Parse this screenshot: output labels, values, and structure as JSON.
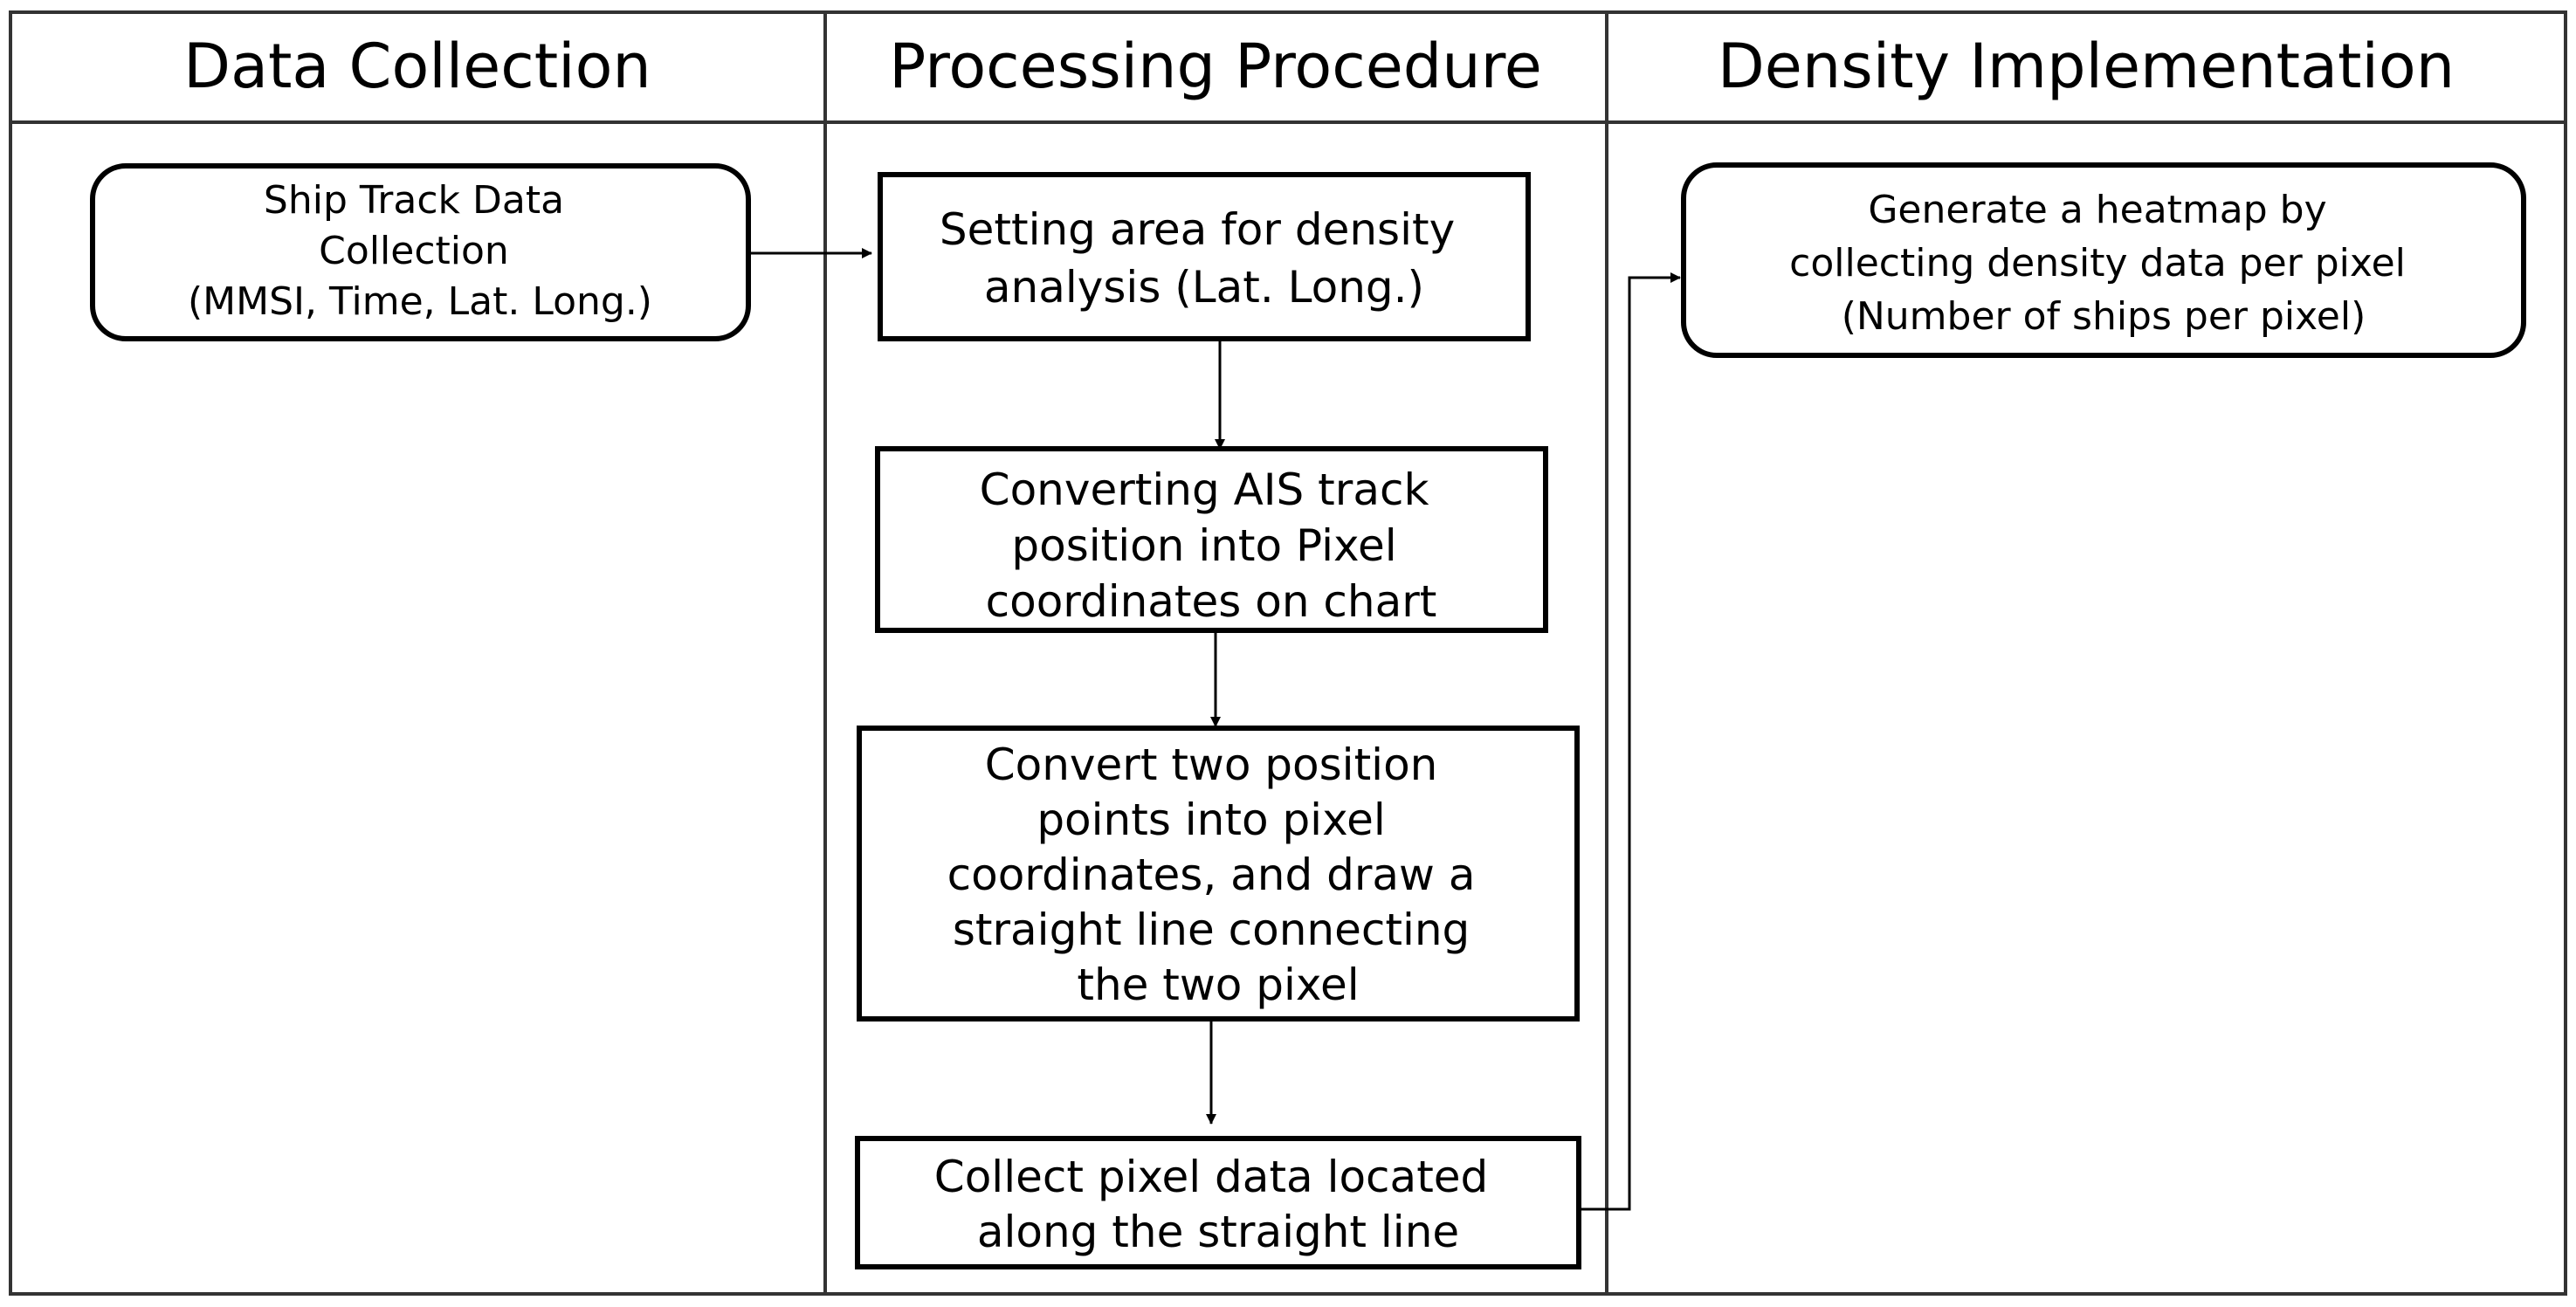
{
  "lanes": [
    {
      "id": "data-collection",
      "title": "Data Collection"
    },
    {
      "id": "processing-procedure",
      "title": "Processing Procedure"
    },
    {
      "id": "density-implementation",
      "title": "Density Implementation"
    }
  ],
  "nodes": {
    "ship_track": {
      "lines": [
        "Ship Track Data",
        "Collection",
        "(MMSI, Time, Lat. Long.)"
      ]
    },
    "setting_area": {
      "lines": [
        "Setting area for density",
        "analysis (Lat. Long.)"
      ]
    },
    "converting_ais": {
      "lines": [
        "Converting AIS track",
        "position into Pixel",
        "coordinates on chart"
      ]
    },
    "convert_two": {
      "lines": [
        "Convert two position",
        "points into pixel",
        "coordinates, and draw a",
        "straight line connecting",
        "the two pixel"
      ]
    },
    "collect_pixel": {
      "lines": [
        "Collect pixel data located",
        "along the straight line"
      ]
    },
    "generate_heatmap": {
      "lines": [
        "Generate a heatmap by",
        "collecting density data per pixel",
        "(Number of ships per pixel)"
      ]
    }
  },
  "edges": [
    {
      "from": "ship_track",
      "to": "setting_area"
    },
    {
      "from": "setting_area",
      "to": "converting_ais"
    },
    {
      "from": "converting_ais",
      "to": "convert_two"
    },
    {
      "from": "convert_two",
      "to": "collect_pixel"
    },
    {
      "from": "collect_pixel",
      "to": "generate_heatmap"
    }
  ]
}
